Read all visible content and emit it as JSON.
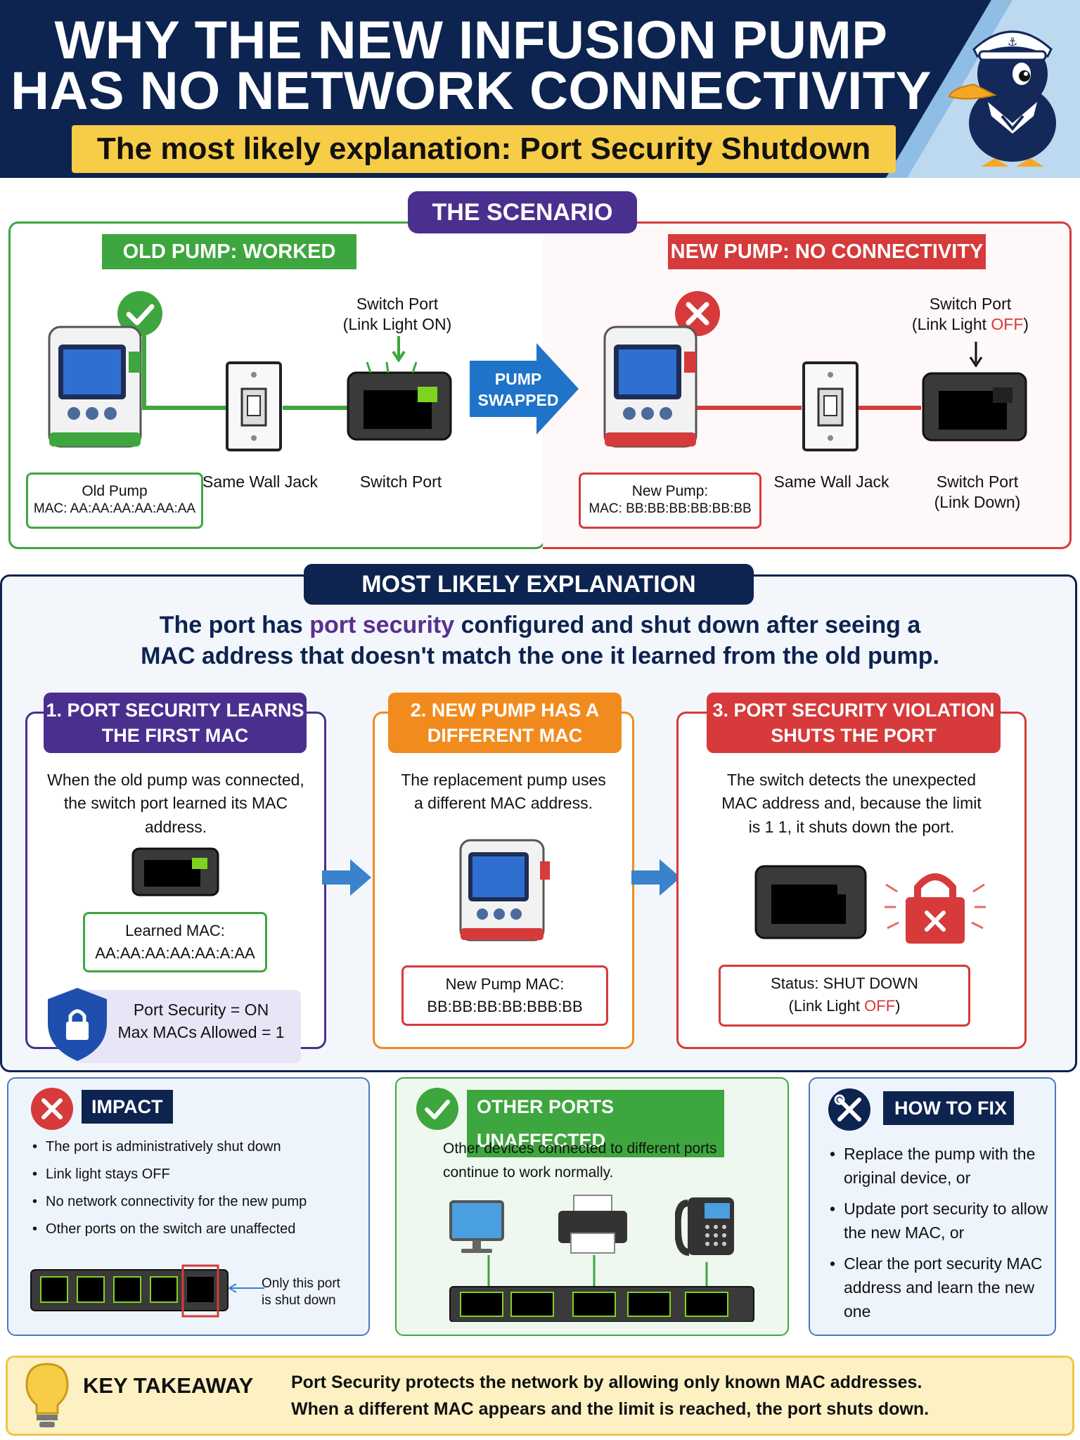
{
  "header": {
    "title_line1": "WHY THE NEW INFUSION PUMP",
    "title_line2": "HAS NO NETWORK CONNECTIVITY",
    "subtitle": "The most likely explanation: Port Security Shutdown"
  },
  "scenario": {
    "title": "THE SCENARIO",
    "old": {
      "title": "OLD PUMP: WORKED FINE",
      "switch_port_top": "Switch Port",
      "switch_port_top2": "(Link Light ON)",
      "wall_jack": "Same Wall Jack",
      "switch_port": "Switch Port",
      "pump_name": "Old Pump",
      "pump_mac": "MAC: AA:AA:AA:AA:AA:AA"
    },
    "swap_line1": "PUMP",
    "swap_line2": "SWAPPED",
    "new": {
      "title": "NEW PUMP: NO CONNECTIVITY",
      "switch_port_top": "Switch Port",
      "switch_port_top2_pre": "(Link Light ",
      "switch_port_top2_off": "OFF",
      "switch_port_top2_post": ")",
      "wall_jack": "Same Wall Jack",
      "switch_port": "Switch Port",
      "switch_port2": "(Link Down)",
      "pump_name": "New Pump:",
      "pump_mac": "MAC: BB:BB:BB:BB:BB:BB"
    }
  },
  "explanation": {
    "title": "MOST LIKELY EXPLANATION",
    "line1_pre": "The port has ",
    "line1_hl": "port security",
    "line1_post": " configured and shut down after seeing a",
    "line2": "MAC address that doesn't match the one it learned from the old pump.",
    "step1": {
      "title1": "1. PORT SECURITY LEARNS",
      "title2": "THE FIRST MAC",
      "text1": "When the old pump was connected,",
      "text2": "the switch port learned its MAC",
      "text3": "address.",
      "box1": "Learned MAC:",
      "box2": "AA:AA:AA:AA:AA:A:AA",
      "sec1": "Port Security = ON",
      "sec2": "Max MACs Allowed = 1"
    },
    "step2": {
      "title1": "2. NEW PUMP HAS A",
      "title2": "DIFFERENT MAC",
      "text1": "The replacement pump uses",
      "text2": "a different MAC address.",
      "box1": "New Pump MAC:",
      "box2": "BB:BB:BB:BB:BBB:BB"
    },
    "step3": {
      "title1": "3. PORT SECURITY VIOLATION",
      "title2": "SHUTS THE PORT",
      "text1": "The switch detects the unexpected",
      "text2": "MAC address and, because the limit",
      "text3": "is 1 1, it shuts down the port.",
      "box1": "Status: SHUT DOWN",
      "box2_pre": "(Link Light ",
      "box2_off": "OFF",
      "box2_post": ")"
    }
  },
  "impact": {
    "title": "IMPACT",
    "items": [
      "The port is administratively shut down",
      "Link light stays OFF",
      "No network connectivity for the new pump",
      "Other ports on the switch are unaffected"
    ],
    "callout1": "Only this port",
    "callout2": "is shut down"
  },
  "other": {
    "title": "OTHER PORTS UNAFFECTED",
    "text1": "Other devices connected to different ports",
    "text2": "continue to work normally."
  },
  "fix": {
    "title": "HOW TO FIX",
    "items": [
      "Replace the pump with the original device, or",
      "Update port security to allow the new MAC, or",
      "Clear the port security MAC address and learn the new one"
    ]
  },
  "takeaway": {
    "title": "KEY TAKEAWAY",
    "line1": "Port Security protects the network by allowing only known MAC addresses.",
    "line2": "When a different MAC appears and the limit is reached, the port shuts down."
  },
  "colors": {
    "navy": "#0d2350",
    "green": "#3ea63e",
    "red": "#d63a3a",
    "purple": "#4b2f8f",
    "orange": "#f28b1e",
    "yellow": "#f7cc46"
  }
}
